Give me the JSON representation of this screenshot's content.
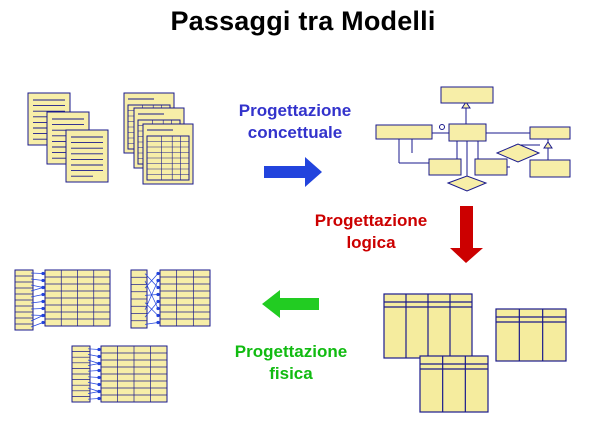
{
  "title": "Passaggi tra Modelli",
  "steps": {
    "conceptual": {
      "line1": "Progettazione",
      "line2": "concettuale",
      "color": "#3333cc"
    },
    "logical": {
      "line1": "Progettazione",
      "line2": "logica",
      "color": "#cc0000"
    },
    "physical": {
      "line1": "Progettazione",
      "line2": "fisica",
      "color": "#11bb11"
    }
  },
  "colors": {
    "paper_fill": "#f7eea8",
    "table_fill": "#f5ec9e",
    "outline": "#1a1a8c",
    "arrow_blue": "#2244dd",
    "arrow_red": "#cc0000",
    "arrow_green": "#22cc22"
  }
}
